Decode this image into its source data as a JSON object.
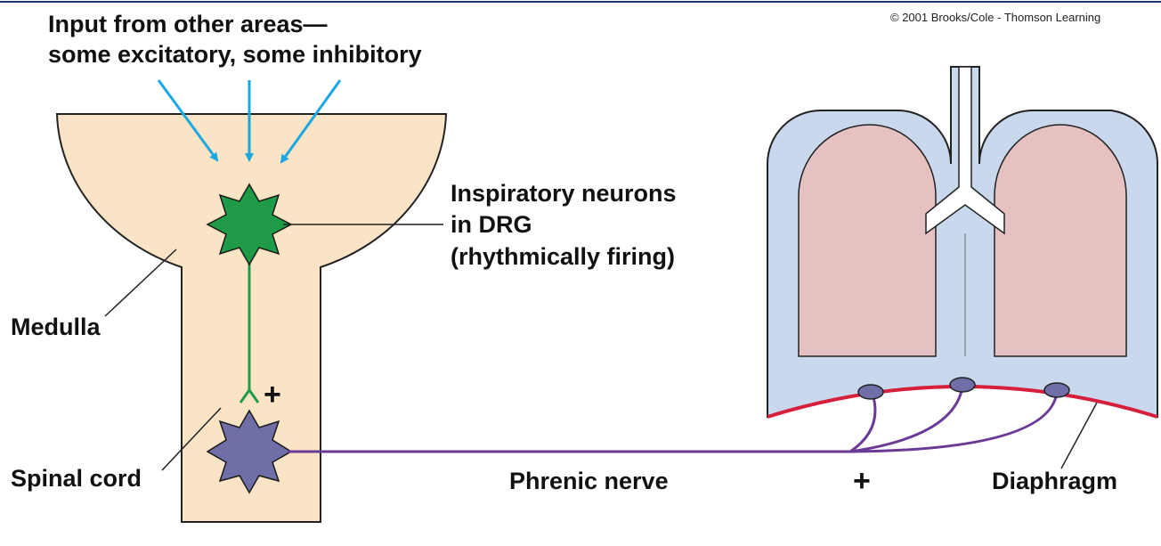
{
  "copyright": "© 2001 Brooks/Cole - Thomson Learning",
  "input_label": {
    "line1": "Input from other areas—",
    "line2": "some excitatory, some inhibitory"
  },
  "drg_label": {
    "line1": "Inspiratory neurons",
    "line2": "in DRG",
    "line3": "(rhythmically firing)"
  },
  "medulla_label": "Medulla",
  "spinal_cord_label": "Spinal cord",
  "phrenic_label": "Phrenic nerve",
  "diaphragm_label": "Diaphragm",
  "plus_sign": "+",
  "colors": {
    "brain_fill": "#fbe3c6",
    "input_arrow": "#1ba7e0",
    "drg_neuron": "#1f9a46",
    "motor_neuron": "#6f6ea6",
    "nerve": "#6a3a96",
    "lung": "#e6c1c1",
    "pleura": "#c9d8ec",
    "diaphragm": "#d51f3b"
  }
}
